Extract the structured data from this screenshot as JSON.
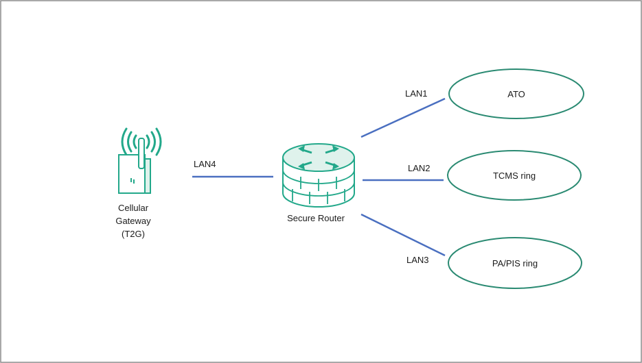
{
  "colors": {
    "frame": "#8c8c8c",
    "link": "#4a6fc0",
    "device_teal": "#22a88a",
    "device_teal_light": "#dff2ec",
    "ellipse_stroke": "#2a8a72",
    "text": "#1a1a1a"
  },
  "icons": {
    "gateway": "cellular-gateway-icon",
    "router": "secure-router-icon"
  },
  "gateway": {
    "label_line1": "Cellular",
    "label_line2": "Gateway",
    "label_line3": "(T2G)"
  },
  "router": {
    "label": "Secure Router"
  },
  "links": {
    "lan1": "LAN1",
    "lan2": "LAN2",
    "lan3": "LAN3",
    "lan4": "LAN4"
  },
  "networks": {
    "ato": "ATO",
    "tcms": "TCMS ring",
    "papis": "PA/PIS ring"
  }
}
